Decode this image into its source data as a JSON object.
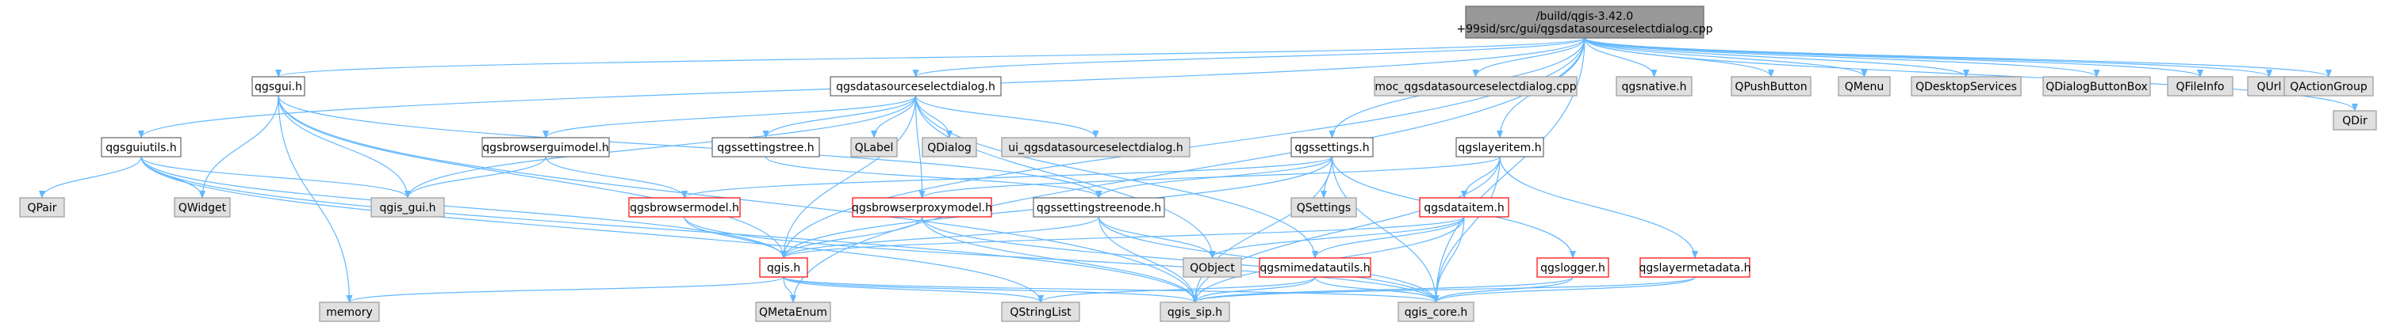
{
  "colors": {
    "edge": "#63b8ff",
    "root_fill": "#999999",
    "root_stroke": "#666666",
    "normal_fill": "#ffffff",
    "normal_stroke": "#666666",
    "missing_fill": "#e0e0e0",
    "missing_stroke": "#999999",
    "truncated_stroke": "#ff0000"
  },
  "nodes": [
    {
      "id": "root",
      "lines": [
        "/build/qgis-3.42.0",
        "+99sid/src/gui/qgsdatasourceselectdialog.cpp"
      ],
      "kind": "root"
    },
    {
      "id": "qgsgui",
      "lines": [
        "qgsgui.h"
      ],
      "kind": "normal"
    },
    {
      "id": "qgsdatasourceselectdialog",
      "lines": [
        "qgsdatasourceselectdialog.h"
      ],
      "kind": "normal"
    },
    {
      "id": "moc",
      "lines": [
        "moc_qgsdatasourceselectdialog.cpp"
      ],
      "kind": "missing"
    },
    {
      "id": "qgsnative",
      "lines": [
        "qgsnative.h"
      ],
      "kind": "missing"
    },
    {
      "id": "QPushButton",
      "lines": [
        "QPushButton"
      ],
      "kind": "missing"
    },
    {
      "id": "QMenu",
      "lines": [
        "QMenu"
      ],
      "kind": "missing"
    },
    {
      "id": "QDesktopServices",
      "lines": [
        "QDesktopServices"
      ],
      "kind": "missing"
    },
    {
      "id": "QDialogButtonBox",
      "lines": [
        "QDialogButtonBox"
      ],
      "kind": "missing"
    },
    {
      "id": "QFileInfo",
      "lines": [
        "QFileInfo"
      ],
      "kind": "missing"
    },
    {
      "id": "QUrl",
      "lines": [
        "QUrl"
      ],
      "kind": "missing"
    },
    {
      "id": "QActionGroup",
      "lines": [
        "QActionGroup"
      ],
      "kind": "missing"
    },
    {
      "id": "QDir",
      "lines": [
        "QDir"
      ],
      "kind": "missing"
    },
    {
      "id": "qgsguiutils",
      "lines": [
        "qgsguiutils.h"
      ],
      "kind": "normal"
    },
    {
      "id": "QLabel",
      "lines": [
        "QLabel"
      ],
      "kind": "missing"
    },
    {
      "id": "QDialog",
      "lines": [
        "QDialog"
      ],
      "kind": "missing"
    },
    {
      "id": "ui_dlg",
      "lines": [
        "ui_qgsdatasourceselectdialog.h"
      ],
      "kind": "missing"
    },
    {
      "id": "qgsbrowserguimodel",
      "lines": [
        "qgsbrowserguimodel.h"
      ],
      "kind": "normal"
    },
    {
      "id": "qgssettingstree",
      "lines": [
        "qgssettingstree.h"
      ],
      "kind": "normal"
    },
    {
      "id": "qgssettings",
      "lines": [
        "qgssettings.h"
      ],
      "kind": "normal"
    },
    {
      "id": "qgslayeritem",
      "lines": [
        "qgslayeritem.h"
      ],
      "kind": "normal"
    },
    {
      "id": "QPair",
      "lines": [
        "QPair"
      ],
      "kind": "missing"
    },
    {
      "id": "QWidget",
      "lines": [
        "QWidget"
      ],
      "kind": "missing"
    },
    {
      "id": "qgis_gui",
      "lines": [
        "qgis_gui.h"
      ],
      "kind": "missing"
    },
    {
      "id": "qgsbrowsermodel",
      "lines": [
        "qgsbrowsermodel.h"
      ],
      "kind": "truncated"
    },
    {
      "id": "qgsbrowserproxymodel",
      "lines": [
        "qgsbrowserproxymodel.h"
      ],
      "kind": "truncated"
    },
    {
      "id": "qgssettingstreenode",
      "lines": [
        "qgssettingstreenode.h"
      ],
      "kind": "normal"
    },
    {
      "id": "QSettings",
      "lines": [
        "QSettings"
      ],
      "kind": "missing"
    },
    {
      "id": "qgsdataitem",
      "lines": [
        "qgsdataitem.h"
      ],
      "kind": "truncated"
    },
    {
      "id": "QObject",
      "lines": [
        "QObject"
      ],
      "kind": "missing"
    },
    {
      "id": "qgsmimedatautils",
      "lines": [
        "qgsmimedatautils.h"
      ],
      "kind": "truncated"
    },
    {
      "id": "qgslogger",
      "lines": [
        "qgslogger.h"
      ],
      "kind": "truncated"
    },
    {
      "id": "qgslayermetadata",
      "lines": [
        "qgslayermetadata.h"
      ],
      "kind": "truncated"
    },
    {
      "id": "qgis",
      "lines": [
        "qgis.h"
      ],
      "kind": "truncated"
    },
    {
      "id": "memory",
      "lines": [
        "memory"
      ],
      "kind": "missing"
    },
    {
      "id": "QMetaEnum",
      "lines": [
        "QMetaEnum"
      ],
      "kind": "missing"
    },
    {
      "id": "QStringList",
      "lines": [
        "QStringList"
      ],
      "kind": "missing"
    },
    {
      "id": "qgis_sip",
      "lines": [
        "qgis_sip.h"
      ],
      "kind": "missing"
    },
    {
      "id": "qgis_core",
      "lines": [
        "qgis_core.h"
      ],
      "kind": "missing"
    }
  ],
  "edges": [
    [
      "root",
      "qgsgui"
    ],
    [
      "root",
      "qgsdatasourceselectdialog"
    ],
    [
      "root",
      "moc"
    ],
    [
      "root",
      "qgsnative"
    ],
    [
      "root",
      "QPushButton"
    ],
    [
      "root",
      "QMenu"
    ],
    [
      "root",
      "QDesktopServices"
    ],
    [
      "root",
      "QDialogButtonBox"
    ],
    [
      "root",
      "QFileInfo"
    ],
    [
      "root",
      "QUrl"
    ],
    [
      "root",
      "QActionGroup"
    ],
    [
      "root",
      "QDir"
    ],
    [
      "root",
      "qgsguiutils"
    ],
    [
      "root",
      "qgssettings"
    ],
    [
      "root",
      "qgslayeritem"
    ],
    [
      "root",
      "qgis"
    ],
    [
      "root",
      "QMetaEnum"
    ],
    [
      "root",
      "qgis_core"
    ],
    [
      "qgsgui",
      "QWidget"
    ],
    [
      "qgsgui",
      "qgis_gui"
    ],
    [
      "qgsgui",
      "qgis"
    ],
    [
      "qgsgui",
      "memory"
    ],
    [
      "qgsgui",
      "qgis_sip"
    ],
    [
      "qgsgui",
      "qgssettingstreenode"
    ],
    [
      "qgsdatasourceselectdialog",
      "QLabel"
    ],
    [
      "qgsdatasourceselectdialog",
      "QDialog"
    ],
    [
      "qgsdatasourceselectdialog",
      "ui_dlg"
    ],
    [
      "qgsdatasourceselectdialog",
      "qgsbrowserguimodel"
    ],
    [
      "qgsdatasourceselectdialog",
      "qgssettingstree"
    ],
    [
      "qgsdatasourceselectdialog",
      "qgis_gui"
    ],
    [
      "qgsdatasourceselectdialog",
      "qgsbrowserproxymodel"
    ],
    [
      "qgsdatasourceselectdialog",
      "qgsmimedatautils"
    ],
    [
      "qgsdatasourceselectdialog",
      "qgis"
    ],
    [
      "qgsdatasourceselectdialog",
      "QObject"
    ],
    [
      "qgsguiutils",
      "QPair"
    ],
    [
      "qgsguiutils",
      "QWidget"
    ],
    [
      "qgsguiutils",
      "qgis_gui"
    ],
    [
      "qgsguiutils",
      "qgis"
    ],
    [
      "qgsguiutils",
      "QStringList"
    ],
    [
      "qgsguiutils",
      "qgis_sip"
    ],
    [
      "qgsbrowserguimodel",
      "qgis_gui"
    ],
    [
      "qgsbrowserguimodel",
      "qgsbrowsermodel"
    ],
    [
      "qgssettingstree",
      "qgssettingstreenode"
    ],
    [
      "qgssettings",
      "qgssettingstreenode"
    ],
    [
      "qgssettings",
      "QSettings"
    ],
    [
      "qgssettings",
      "qgsbrowsermodel"
    ],
    [
      "qgssettings",
      "qgis"
    ],
    [
      "qgssettings",
      "qgis_sip"
    ],
    [
      "qgssettings",
      "qgslogger"
    ],
    [
      "qgssettings",
      "qgis_core"
    ],
    [
      "qgslayeritem",
      "qgsdataitem"
    ],
    [
      "qgslayeritem",
      "qgslayermetadata"
    ],
    [
      "qgslayeritem",
      "qgis_sip"
    ],
    [
      "qgslayeritem",
      "qgis_core"
    ],
    [
      "qgslayeritem",
      "qgsbrowserproxymodel"
    ],
    [
      "qgsbrowsermodel",
      "qgis"
    ],
    [
      "qgsbrowsermodel",
      "qgis_core"
    ],
    [
      "qgsbrowserproxymodel",
      "qgis"
    ],
    [
      "qgsbrowserproxymodel",
      "qgis_core"
    ],
    [
      "qgsbrowserproxymodel",
      "qgis_sip"
    ],
    [
      "qgssettingstreenode",
      "qgis"
    ],
    [
      "qgssettingstreenode",
      "QObject"
    ],
    [
      "qgssettingstreenode",
      "qgis_core"
    ],
    [
      "qgssettingstreenode",
      "qgis_sip"
    ],
    [
      "qgsdataitem",
      "QObject"
    ],
    [
      "qgsdataitem",
      "qgsmimedatautils"
    ],
    [
      "qgsdataitem",
      "qgis"
    ],
    [
      "qgsdataitem",
      "qgis_sip"
    ],
    [
      "qgsdataitem",
      "qgis_core"
    ],
    [
      "qgsmimedatautils",
      "qgis_sip"
    ],
    [
      "qgsmimedatautils",
      "qgis_core"
    ],
    [
      "qgsmimedatautils",
      "QStringList"
    ],
    [
      "qgslogger",
      "qgis_sip"
    ],
    [
      "qgslogger",
      "qgis_core"
    ],
    [
      "qgslayermetadata",
      "qgis_sip"
    ],
    [
      "qgslayermetadata",
      "qgis_core"
    ],
    [
      "qgis",
      "memory"
    ],
    [
      "qgis",
      "QMetaEnum"
    ],
    [
      "qgis",
      "qgis_sip"
    ],
    [
      "qgis",
      "qgis_core"
    ],
    [
      "qgis",
      "QStringList"
    ]
  ]
}
